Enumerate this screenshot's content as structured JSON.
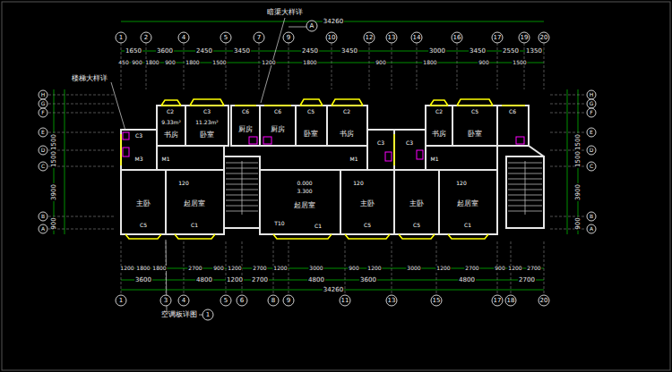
{
  "diagram": {
    "labels": [
      "34260",
      "1650",
      "3600",
      "2450",
      "3450",
      "2450",
      "3450",
      "3000",
      "3450",
      "2550",
      "1350",
      "450",
      "900",
      "1800",
      "900",
      "1800",
      "1500",
      "1200",
      "1800",
      "900",
      "1800",
      "900",
      "1500",
      "1200",
      "1800",
      "1800",
      "2700",
      "900",
      "1200",
      "2700",
      "1200",
      "3000",
      "900",
      "1200",
      "3000",
      "1200",
      "2700",
      "900",
      "1200",
      "2700",
      "3600",
      "4800",
      "1200",
      "2700",
      "4800",
      "3600",
      "4800",
      "2700",
      "34260",
      "1500",
      "1500",
      "3900",
      "900",
      "1500",
      "1500",
      "3900",
      "900",
      "1",
      "2",
      "4",
      "5",
      "7",
      "9",
      "10",
      "12",
      "13",
      "14",
      "16",
      "17",
      "19",
      "20",
      "1",
      "3",
      "4",
      "5",
      "6",
      "8",
      "9",
      "11",
      "13",
      "15",
      "17",
      "18",
      "20",
      "H",
      "G",
      "F",
      "E",
      "D",
      "C",
      "B",
      "A",
      "H",
      "G",
      "F",
      "E",
      "D",
      "C",
      "B",
      "A",
      "C2",
      "C3",
      "9.33m²",
      "11.23m²",
      "书房",
      "卧室",
      "C6",
      "厨房",
      "C3",
      "M3",
      "M1",
      "120",
      "主卧",
      "起居室",
      "C5",
      "C1",
      "C6",
      "厨房",
      "C5",
      "C2",
      "卧室",
      "书房",
      "C3",
      "M1",
      "0.000",
      "3.300",
      "120",
      "起居室",
      "T10",
      "C1",
      "主卧",
      "C5",
      "C2",
      "C5",
      "C6",
      "书房",
      "卧室",
      "C3",
      "M1",
      "120",
      "主卧",
      "起居室",
      "C5",
      "C1",
      "楼梯大样详",
      "暗渠大样详",
      "A",
      "空调板详图",
      "1"
    ]
  }
}
